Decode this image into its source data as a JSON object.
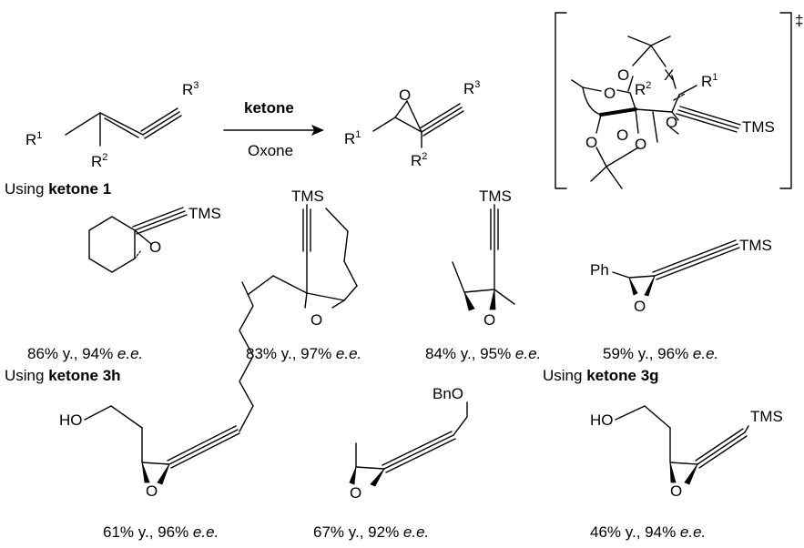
{
  "reaction": {
    "reagent_above": "ketone",
    "reagent_below": "Oxone",
    "substituent_r1": "R",
    "substituent_r2": "R",
    "substituent_r3": "R",
    "sup_1": "1",
    "sup_2": "2",
    "sup_3": "3",
    "oxygen": "O",
    "tms": "TMS",
    "x": "X",
    "double_dagger": "‡"
  },
  "section_ketone1": {
    "prefix": "Using ",
    "name": "ketone 1"
  },
  "section_ketone3h": {
    "prefix": "Using ",
    "name": "ketone 3h"
  },
  "section_ketone3g": {
    "prefix": "Using ",
    "name": "ketone 3g"
  },
  "labels": {
    "ph": "Ph",
    "ho": "HO",
    "bno": "BnO"
  },
  "results": [
    {
      "yield": "86% y., 94% ",
      "ee": "e.e."
    },
    {
      "yield": "83% y., 97% ",
      "ee": "e.e."
    },
    {
      "yield": "84% y., 95% ",
      "ee": "e.e."
    },
    {
      "yield": "59% y., 96% ",
      "ee": "e.e."
    },
    {
      "yield": "61% y., 96% ",
      "ee": "e.e."
    },
    {
      "yield": "67% y., 92% ",
      "ee": "e.e."
    },
    {
      "yield": "46% y., 94% ",
      "ee": "e.e."
    }
  ]
}
